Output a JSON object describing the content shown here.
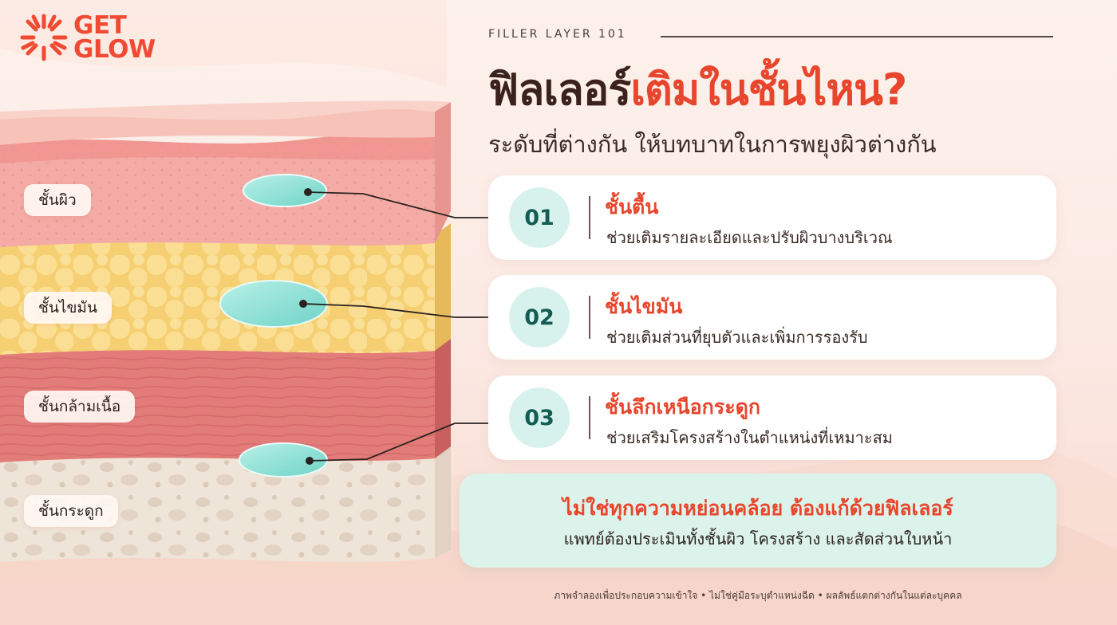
{
  "brand": {
    "line1": "GET",
    "line2": "GLOW",
    "color": "#f04a32"
  },
  "header": {
    "eyebrow": "FILLER LAYER 101",
    "title_dark": "ฟิลเลอร์",
    "title_accent": "เติมในชั้นไหน?",
    "subtitle": "ระดับที่ต่างกัน ให้บทบาทในการพยุงผิวต่างกัน"
  },
  "layers": [
    {
      "label": "ชั้นผิว"
    },
    {
      "label": "ชั้นไขมัน"
    },
    {
      "label": "ชั้นกล้ามเนื้อ"
    },
    {
      "label": "ชั้นกระดูก"
    }
  ],
  "cards": [
    {
      "number": "01",
      "title": "ชั้นตื้น",
      "description": "ช่วยเติมรายละเอียดและปรับผิวบางบริเวณ"
    },
    {
      "number": "02",
      "title": "ชั้นไขมัน",
      "description": "ช่วยเติมส่วนที่ยุบตัวและเพิ่มการรองรับ"
    },
    {
      "number": "03",
      "title": "ชั้นลึกเหนือกระดูก",
      "description": "ช่วยเสริมโครงสร้างในตำแหน่งที่เหมาะสม"
    }
  ],
  "note": {
    "title": "ไม่ใช่ทุกความหย่อนคล้อย ต้องแก้ด้วยฟิลเลอร์",
    "description": "แพทย์ต้องประเมินทั้งชั้นผิว โครงสร้าง และสัดส่วนใบหน้า"
  },
  "footnote": "ภาพจำลองเพื่อประกอบความเข้าใจ • ไม่ใช่คู่มือระบุตำแหน่งฉีด • ผลลัพธ์แตกต่างกันในแต่ละบุคคล",
  "colors": {
    "accent": "#e8462c",
    "dark_text": "#3b221d",
    "mint": "#d7f2ec",
    "filler": "#8ee0d6",
    "skin": "#f2a5a0",
    "fat": "#f7d27a",
    "muscle": "#e07777",
    "bone": "#eee2d6"
  }
}
